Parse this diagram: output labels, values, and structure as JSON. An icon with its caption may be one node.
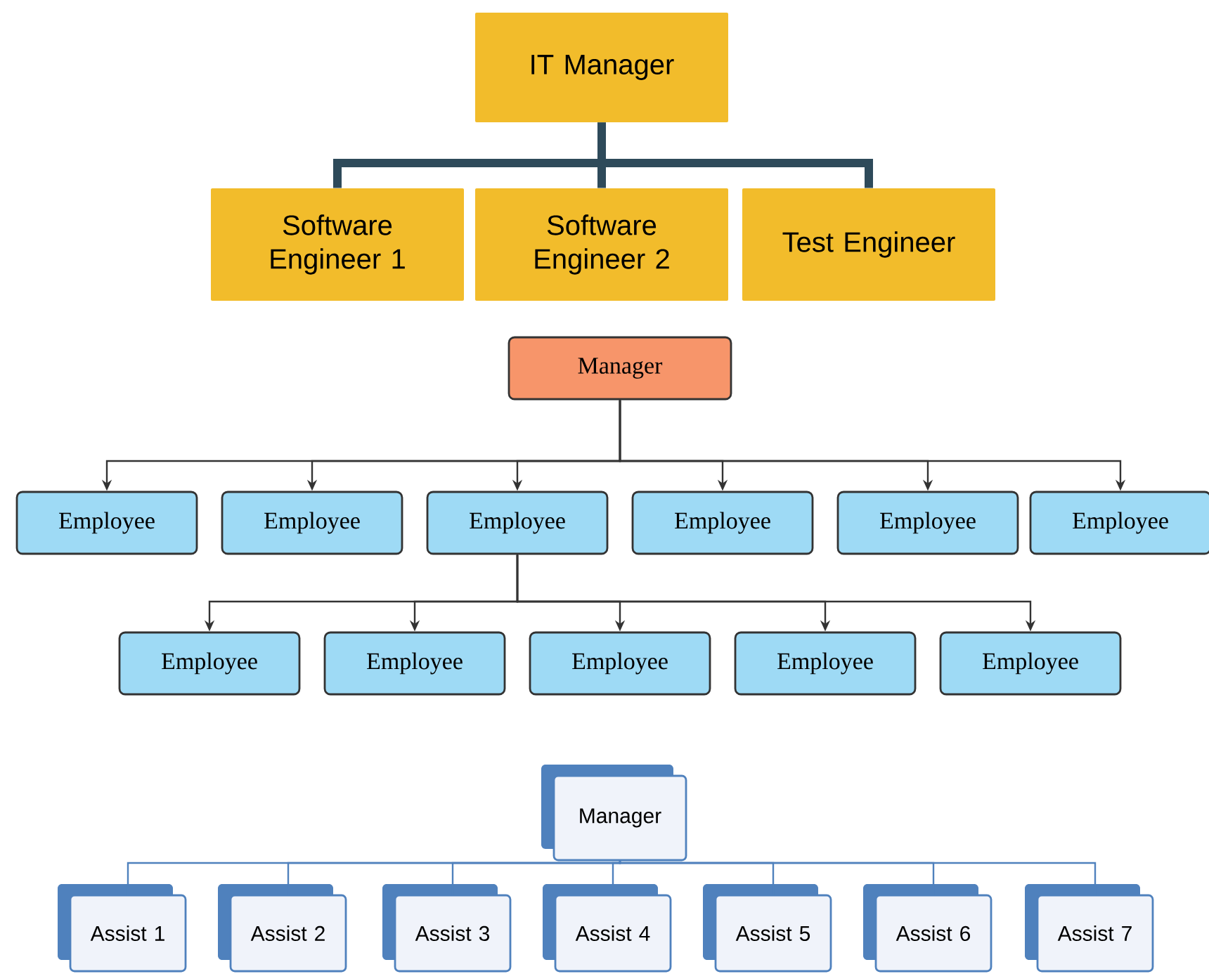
{
  "diagram": {
    "nodes": [
      {
        "text": [
          "IT Manager"
        ]
      },
      {
        "text": [
          "Software Engineer 1"
        ]
      },
      {
        "text": [
          "Software Engineer 2"
        ]
      },
      {
        "text": [
          "Test Engineer"
        ]
      },
      {
        "text": [
          "Manager"
        ]
      },
      {
        "text": [
          "Employee"
        ]
      },
      {
        "text": [
          "Employee"
        ]
      },
      {
        "text": [
          "Employee"
        ]
      },
      {
        "text": [
          "Employee"
        ]
      },
      {
        "text": [
          "Employee"
        ]
      },
      {
        "text": [
          "Employee"
        ]
      },
      {
        "text": [
          "Employee"
        ]
      },
      {
        "text": [
          "Employee"
        ]
      },
      {
        "text": [
          "Employee"
        ]
      },
      {
        "text": [
          "Employee"
        ]
      },
      {
        "text": [
          "Employee"
        ]
      },
      {
        "text": [
          "Manager"
        ]
      },
      {
        "text": [
          "Assist 1"
        ]
      },
      {
        "text": [
          "Assist 2"
        ]
      },
      {
        "text": [
          "Assist 3"
        ]
      },
      {
        "text": [
          "Assist 4"
        ]
      },
      {
        "text": [
          "Assist 5"
        ]
      },
      {
        "text": [
          "Assist 6"
        ]
      },
      {
        "text": [
          "Assist 7"
        ]
      }
    ],
    "edges": [
      {
        "from": 0,
        "to": 1,
        "arrow": "none",
        "style": "thick",
        "color": "#2e4a5a"
      },
      {
        "from": 0,
        "to": 2,
        "arrow": "none",
        "style": "thick",
        "color": "#2e4a5a"
      },
      {
        "from": 0,
        "to": 3,
        "arrow": "none",
        "style": "thick",
        "color": "#2e4a5a"
      },
      {
        "from": 4,
        "to": 5,
        "arrow": "to"
      },
      {
        "from": 4,
        "to": 6,
        "arrow": "to"
      },
      {
        "from": 4,
        "to": 7,
        "arrow": "to"
      },
      {
        "from": 4,
        "to": 8,
        "arrow": "to"
      },
      {
        "from": 4,
        "to": 9,
        "arrow": "to"
      },
      {
        "from": 4,
        "to": 10,
        "arrow": "to"
      },
      {
        "from": 7,
        "to": 11,
        "arrow": "to"
      },
      {
        "from": 7,
        "to": 12,
        "arrow": "to"
      },
      {
        "from": 7,
        "to": 13,
        "arrow": "to"
      },
      {
        "from": 7,
        "to": 14,
        "arrow": "to"
      },
      {
        "from": 7,
        "to": 15,
        "arrow": "to"
      },
      {
        "from": 16,
        "to": 17,
        "arrow": "none",
        "color": "#4f81bd"
      },
      {
        "from": 16,
        "to": 18,
        "arrow": "none",
        "color": "#4f81bd"
      },
      {
        "from": 16,
        "to": 19,
        "arrow": "none",
        "color": "#4f81bd"
      },
      {
        "from": 16,
        "to": 20,
        "arrow": "none",
        "color": "#4f81bd"
      },
      {
        "from": 16,
        "to": 21,
        "arrow": "none",
        "color": "#4f81bd"
      },
      {
        "from": 16,
        "to": 22,
        "arrow": "none",
        "color": "#4f81bd"
      },
      {
        "from": 16,
        "to": 23,
        "arrow": "none",
        "color": "#4f81bd"
      }
    ]
  }
}
